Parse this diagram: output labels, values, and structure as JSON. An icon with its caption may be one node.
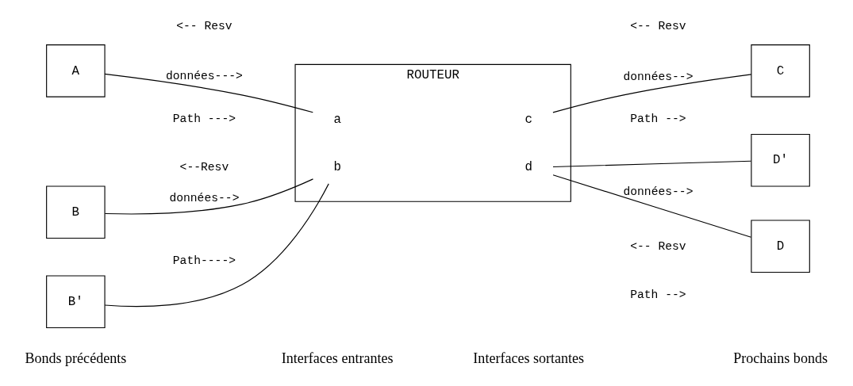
{
  "diagram": {
    "nodes": [
      {
        "text": [
          "A"
        ]
      },
      {
        "text": [
          "B"
        ]
      },
      {
        "text": [
          "B'"
        ]
      },
      {
        "text": [
          "ROUTEUR"
        ]
      },
      {
        "text": [
          "a"
        ],
        "in": 3
      },
      {
        "text": [
          "b"
        ],
        "in": 3
      },
      {
        "text": [
          "c"
        ],
        "in": 3
      },
      {
        "text": [
          "d"
        ],
        "in": 3
      },
      {
        "text": [
          "C"
        ]
      },
      {
        "text": [
          "D"
        ]
      },
      {
        "text": [
          "D'"
        ]
      }
    ],
    "edges": [
      {
        "from": 0,
        "to": 4,
        "arrow": "none",
        "label": "données--->"
      },
      {
        "from": 1,
        "to": 5,
        "arrow": "none",
        "label": "données-->"
      },
      {
        "from": 2,
        "to": 5,
        "arrow": "none"
      },
      {
        "from": 6,
        "to": 8,
        "arrow": "none",
        "label": "données-->"
      },
      {
        "from": 7,
        "to": 9,
        "arrow": "none",
        "label": "données-->"
      },
      {
        "from": 7,
        "to": 10,
        "arrow": "none"
      }
    ],
    "labels": [
      "Bonds précédents",
      "Interfaces entrantes",
      "Interfaces sortantes",
      "Prochains bonds",
      "Path --->",
      "<-- Resv",
      "Path -->",
      "<-- Resv",
      "Path---->",
      "<--Resv",
      "Path -->",
      "<-- Resv"
    ]
  }
}
